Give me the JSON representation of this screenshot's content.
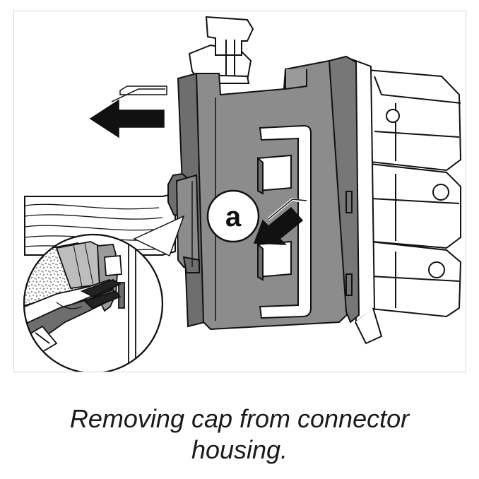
{
  "figure": {
    "callout_label": "a",
    "caption_line_1": "Removing cap from connector",
    "caption_line_2": "housing."
  },
  "colors": {
    "housing_fill": "#8c8c8c",
    "housing_dark": "#6e6e6e",
    "outline": "#111111",
    "background": "#ffffff",
    "frame_border": "#d7d7d7"
  },
  "icons": [
    "arrow-left-icon",
    "arrow-push-icon",
    "pliers-icon"
  ]
}
